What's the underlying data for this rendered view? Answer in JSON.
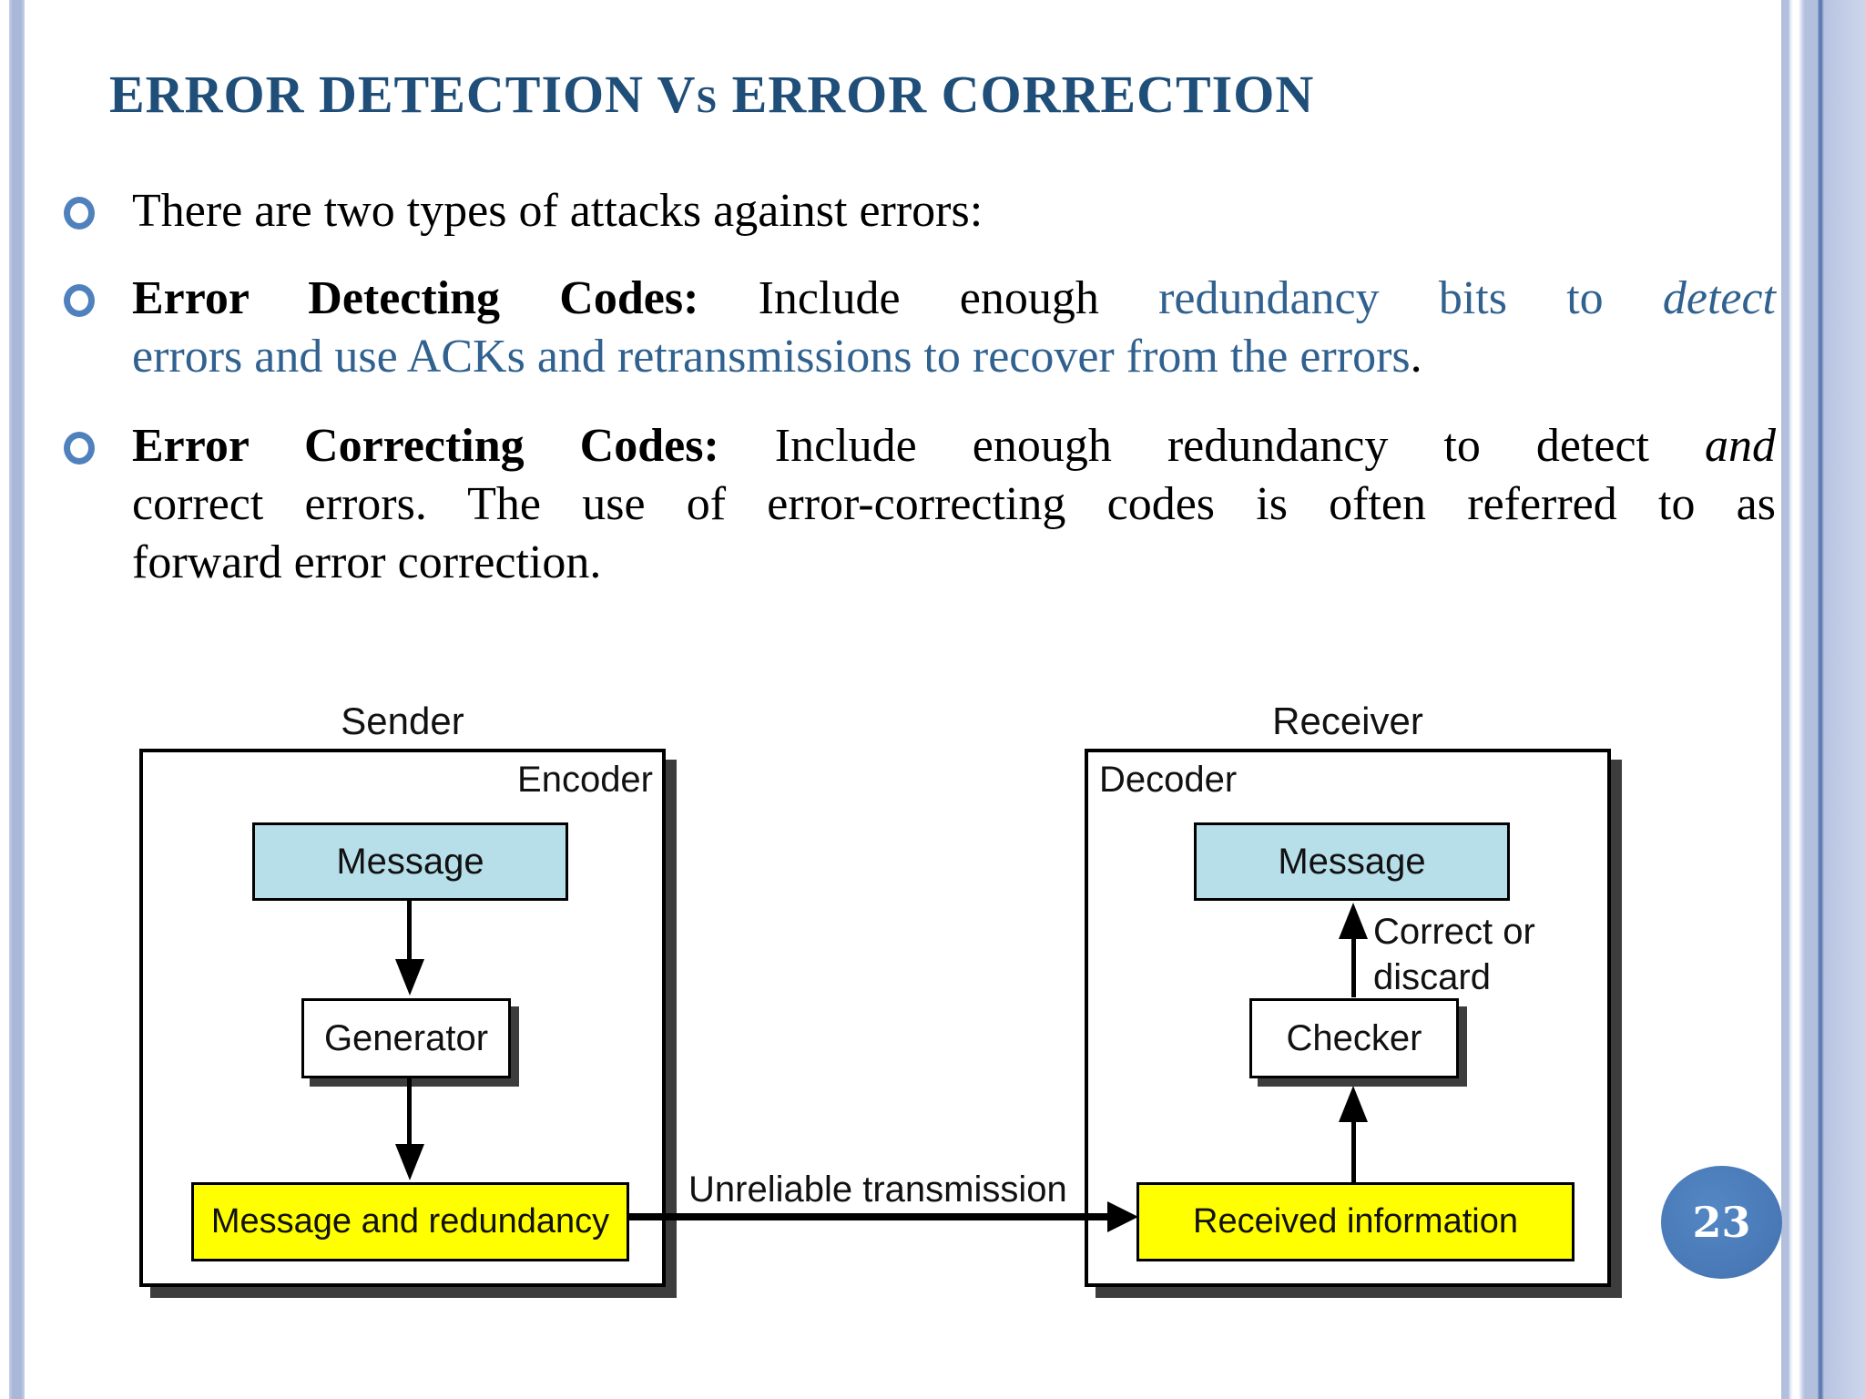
{
  "title": "ERROR DETECTION Vs ERROR CORRECTION",
  "content": {
    "bullets": [
      {
        "lines": [
          {
            "segments": [
              {
                "text": "There are two types of attacks against errors:"
              }
            ]
          }
        ]
      },
      {
        "lines": [
          {
            "segments": [
              {
                "text": "Error Detecting Codes:"
              },
              {
                "text": " Include enough "
              },
              {
                "text": "redundancy bits to "
              },
              {
                "text": "detect"
              }
            ]
          },
          {
            "segments": [
              {
                "text": "errors and use ACKs and retransmissions to recover from the errors"
              },
              {
                "text": "."
              }
            ]
          }
        ]
      },
      {
        "lines": [
          {
            "segments": [
              {
                "text": "Error Correcting Codes:"
              },
              {
                "text": " Include enough redundancy to detect "
              },
              {
                "text": "and"
              }
            ]
          },
          {
            "segments": [
              {
                "text": "correct errors. The use of error-correcting codes is often referred to as"
              }
            ]
          },
          {
            "segments": [
              {
                "text": "forward error correction."
              }
            ]
          }
        ]
      }
    ]
  },
  "diagram": {
    "sender_label": "Sender",
    "encoder_label": "Encoder",
    "sender_message": "Message",
    "generator": "Generator",
    "sender_output": "Message and redundancy",
    "channel_label": "Unreliable transmission",
    "receiver_label": "Receiver",
    "decoder_label": "Decoder",
    "receiver_message": "Message",
    "checker": "Checker",
    "receiver_input": "Received information",
    "decision_line1": "Correct or",
    "decision_line2": "discard"
  },
  "page_number": "23",
  "colors": {
    "title_text": "#1f4e79",
    "body_blue_text": "#30618f",
    "bullet_ring": "#4f81bd",
    "diagram_box_blue": "#b7dfea",
    "diagram_box_yellow": "#ffff00",
    "diagram_shadow": "#3d3d3d",
    "page_badge": "#4a7ebc",
    "side_stripe": "#aab9d8"
  }
}
